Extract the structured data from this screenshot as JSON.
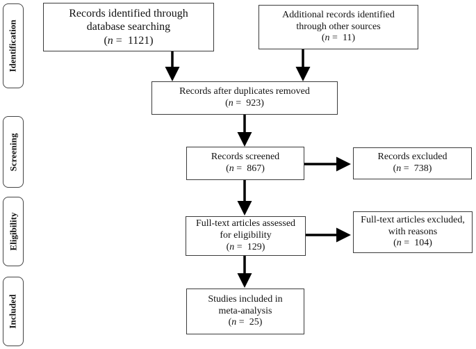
{
  "stages": [
    {
      "label": "Identification"
    },
    {
      "label": "Screening"
    },
    {
      "label": "Eligibility"
    },
    {
      "label": "Included"
    }
  ],
  "boxes": {
    "database": {
      "line1": "Records identified through",
      "line2": "database searching",
      "n": "1121)"
    },
    "other": {
      "line1": "Additional records identified",
      "line2": "through other sources",
      "n": "11)"
    },
    "duplicates": {
      "line1": "Records after duplicates removed",
      "n": "923)"
    },
    "screened": {
      "line1": "Records screened",
      "n": "867)"
    },
    "excluded": {
      "line1": "Records excluded",
      "n": "738)"
    },
    "fulltext": {
      "line1": "Full-text articles assessed",
      "line2": "for eligibility",
      "n": "129)"
    },
    "fulltext_excluded": {
      "line1": "Full-text articles excluded,",
      "line2": "with reasons",
      "n": "104)"
    },
    "included": {
      "line1": "Studies included in",
      "line2": "meta-analysis",
      "n": "25)"
    }
  },
  "n_prefix": "(",
  "n_var": "n",
  "n_eq": " =  "
}
